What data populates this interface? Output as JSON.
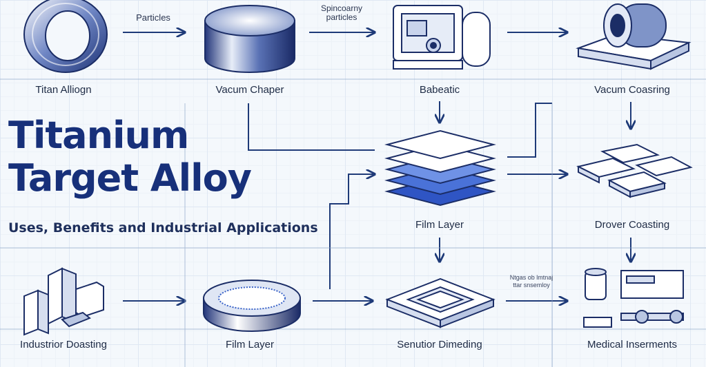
{
  "title": {
    "line1": "Titanium",
    "line2": "Target Alloy"
  },
  "subtitle": "Uses, Benefits and Industrial Applications",
  "nodes": {
    "titan_alloy": "Titan Alliogn",
    "vacuum_chamber": "Vacum Chaper",
    "babeatic": "Babeatic",
    "vacuum_coating": "Vacum Coasring",
    "film_layer_stack": "Film Layer",
    "drover_coasting": "Drover Coasting",
    "industrior_doasting": "Industrior Doasting",
    "film_layer_disc": "Film Layer",
    "senutior_dimeding": "Senutior Dimeding",
    "medical_inserments": "Medical Inserments"
  },
  "arrow_labels": {
    "particles": "Particles",
    "spincoating_line1": "Spincoarny",
    "spincoating_line2": "particles",
    "tiny_line1": "Ntgas ob lmtnaj",
    "tiny_line2": "ttar snsemloy"
  },
  "colors": {
    "primary": "#17307a",
    "line": "#1e3a78",
    "accent": "#3a63c8",
    "background": "#f4f8fc"
  }
}
